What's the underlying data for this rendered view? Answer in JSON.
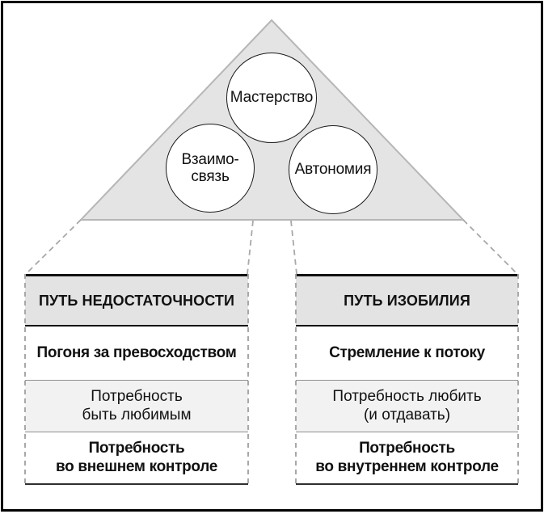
{
  "pyramid": {
    "circles": [
      {
        "label": "Мастерство"
      },
      {
        "label": "Взаимо-\nсвязь"
      },
      {
        "label": "Автономия"
      }
    ]
  },
  "columns": [
    {
      "header": "ПУТЬ НЕДОСТАТОЧНОСТИ",
      "rows": [
        {
          "text": "Погоня за превосходством"
        },
        {
          "text": "Потребность\nбыть любимым"
        },
        {
          "text": "Потребность\nво внешнем контроле"
        }
      ]
    },
    {
      "header": "ПУТЬ ИЗОБИЛИЯ",
      "rows": [
        {
          "text": "Стремление к потоку"
        },
        {
          "text": "Потребность любить\n(и отдавать)"
        },
        {
          "text": "Потребность\nво внутреннем контроле"
        }
      ]
    }
  ],
  "colors": {
    "triangle_fill": "#e4e4e4",
    "triangle_stroke": "#b6b6b6",
    "header_bg": "#e3e3e3",
    "row_alt_bg": "#f2f2f2",
    "dashed_line": "#a8a8a8",
    "separator": "#8f8f8f",
    "strong_line": "#111111",
    "text": "#111111"
  }
}
